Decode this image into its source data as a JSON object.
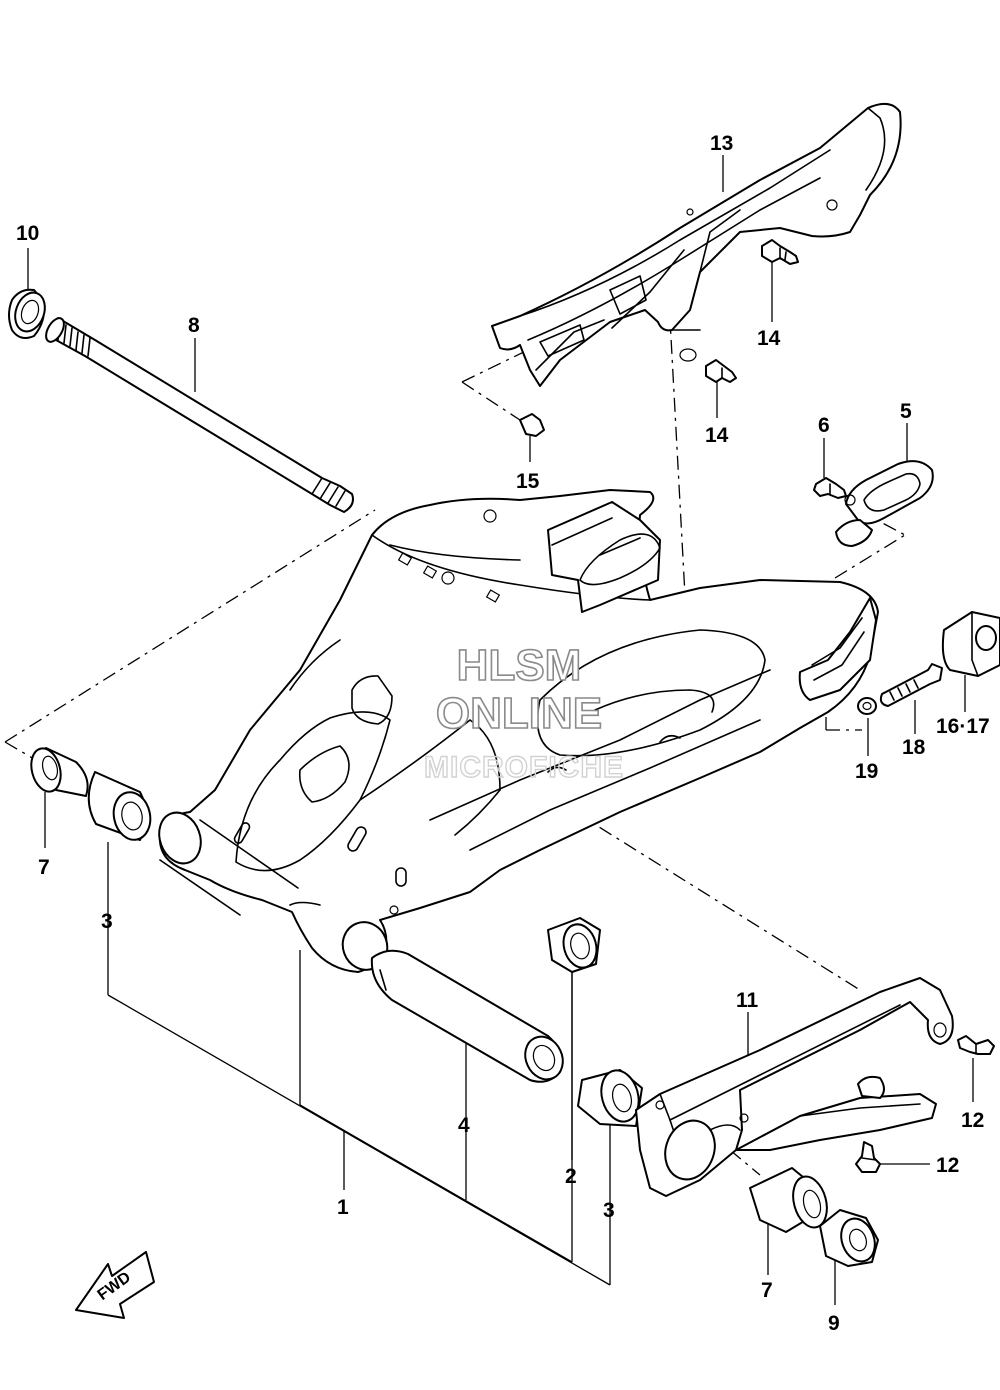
{
  "diagram": {
    "callouts": {
      "c1": "1",
      "c2": "2",
      "c3a": "3",
      "c3b": "3",
      "c4": "4",
      "c5": "5",
      "c6": "6",
      "c7a": "7",
      "c7b": "7",
      "c8": "8",
      "c9": "9",
      "c10": "10",
      "c11": "11",
      "c12a": "12",
      "c12b": "12",
      "c13": "13",
      "c14a": "14",
      "c14b": "14",
      "c15": "15",
      "c16_17": "16·17",
      "c18": "18",
      "c19": "19"
    },
    "fwd_label": "FWD"
  },
  "watermark": {
    "line1": "HLSM",
    "line2": "ONLINE",
    "line3": "MICROFICHE"
  }
}
